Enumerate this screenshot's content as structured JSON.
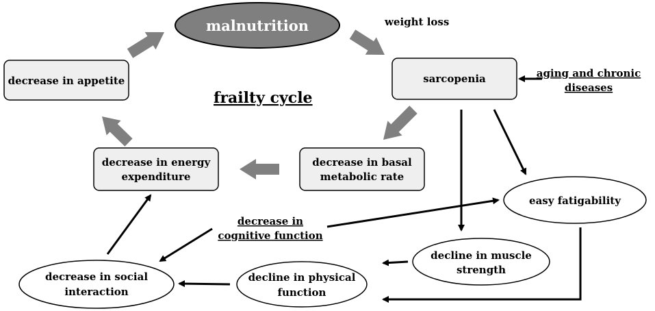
{
  "nodes": {
    "malnutrition": "malnutrition",
    "appetite": "decrease in appetite",
    "sarcopenia": "sarcopenia",
    "energy": [
      "decrease in energy",
      "expenditure"
    ],
    "basal": [
      "decrease in basal",
      "metabolic rate"
    ],
    "fatigability": "easy fatigability",
    "muscle": [
      "decline in muscle",
      "strength"
    ],
    "physical": [
      "decline in physical",
      "function"
    ],
    "social": [
      "decrease in social",
      "interaction"
    ]
  },
  "labels": {
    "weight_loss": "weight loss",
    "frailty_cycle": "frailty cycle",
    "aging": [
      "aging and chronic",
      "diseases"
    ],
    "cognitive": [
      "decrease in",
      "cognitive function"
    ]
  },
  "colors": {
    "box_fill": "#efefef",
    "ellipse_dark": "#7f7f7f",
    "arrow_gray": "#808080",
    "arrow_black": "#000000"
  }
}
